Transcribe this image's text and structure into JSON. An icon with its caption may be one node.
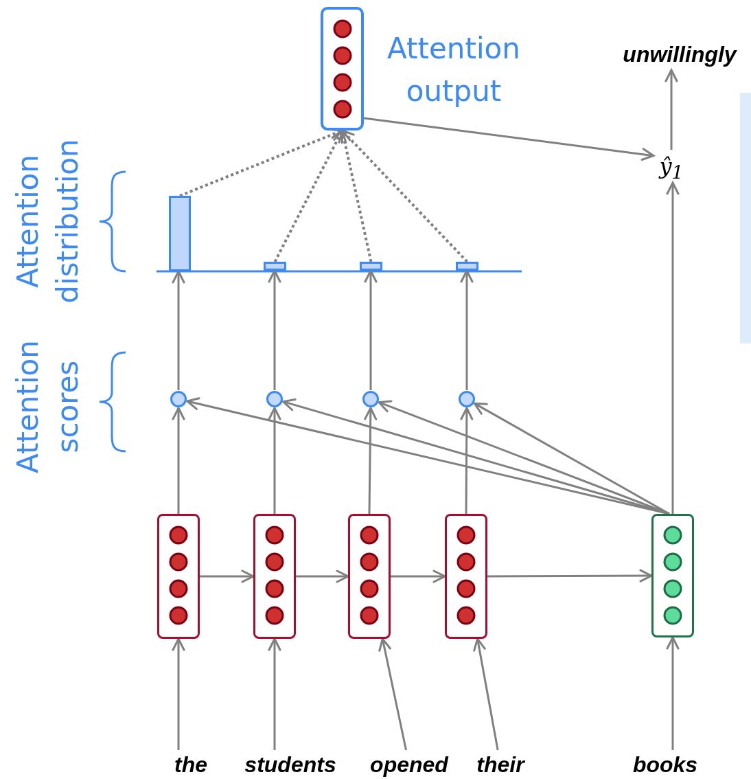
{
  "diagram": {
    "nodes": [
      {
        "text": [
          "Attention output"
        ]
      },
      {
        "text": [],
        "shape": "bar"
      },
      {
        "text": [],
        "shape": "bar"
      },
      {
        "text": [],
        "shape": "bar"
      },
      {
        "text": [],
        "shape": "bar"
      },
      {
        "text": [],
        "shape": "circle"
      },
      {
        "text": [],
        "shape": "circle"
      },
      {
        "text": [],
        "shape": "circle"
      },
      {
        "text": [],
        "shape": "circle"
      },
      {
        "text": [],
        "shape": "box"
      },
      {
        "text": [],
        "shape": "box"
      },
      {
        "text": [],
        "shape": "box"
      },
      {
        "text": [],
        "shape": "box"
      },
      {
        "text": [],
        "shape": "box"
      },
      {
        "text": [
          "ŷ$_{1}$"
        ]
      },
      {
        "text": [
          "unwillingly"
        ]
      },
      {
        "text": [
          "the"
        ]
      },
      {
        "text": [
          "students"
        ]
      },
      {
        "text": [
          "opened"
        ]
      },
      {
        "text": [
          "their"
        ]
      },
      {
        "text": [
          "books"
        ]
      }
    ],
    "edges": [
      {
        "from": 16,
        "to": 9,
        "arrow": "to"
      },
      {
        "from": 17,
        "to": 10,
        "arrow": "to"
      },
      {
        "from": 18,
        "to": 11,
        "arrow": "to"
      },
      {
        "from": 19,
        "to": 12,
        "arrow": "to"
      },
      {
        "from": 20,
        "to": 13,
        "arrow": "to"
      },
      {
        "from": 9,
        "to": 10,
        "arrow": "to"
      },
      {
        "from": 10,
        "to": 11,
        "arrow": "to"
      },
      {
        "from": 11,
        "to": 12,
        "arrow": "to"
      },
      {
        "from": 12,
        "to": 13,
        "arrow": "to"
      },
      {
        "from": 9,
        "to": 5,
        "arrow": "to"
      },
      {
        "from": 10,
        "to": 6,
        "arrow": "to"
      },
      {
        "from": 11,
        "to": 7,
        "arrow": "to"
      },
      {
        "from": 12,
        "to": 8,
        "arrow": "to"
      },
      {
        "from": 13,
        "to": 5,
        "arrow": "to"
      },
      {
        "from": 13,
        "to": 6,
        "arrow": "to"
      },
      {
        "from": 13,
        "to": 7,
        "arrow": "to"
      },
      {
        "from": 13,
        "to": 8,
        "arrow": "to"
      },
      {
        "from": 5,
        "to": 1,
        "arrow": "to"
      },
      {
        "from": 6,
        "to": 2,
        "arrow": "to"
      },
      {
        "from": 7,
        "to": 3,
        "arrow": "to"
      },
      {
        "from": 8,
        "to": 4,
        "arrow": "to"
      },
      {
        "from": 1,
        "to": 0,
        "arrow": "to",
        "style": "dashed"
      },
      {
        "from": 2,
        "to": 0,
        "arrow": "to",
        "style": "dashed"
      },
      {
        "from": 3,
        "to": 0,
        "arrow": "to",
        "style": "dashed"
      },
      {
        "from": 4,
        "to": 0,
        "arrow": "to",
        "style": "dashed"
      },
      {
        "from": 0,
        "to": 14,
        "arrow": "to"
      },
      {
        "from": 13,
        "to": 14,
        "arrow": "to"
      },
      {
        "from": 14,
        "to": 15,
        "arrow": "to"
      }
    ],
    "labels": [
      "Attention distribution",
      "Attention scores"
    ]
  }
}
